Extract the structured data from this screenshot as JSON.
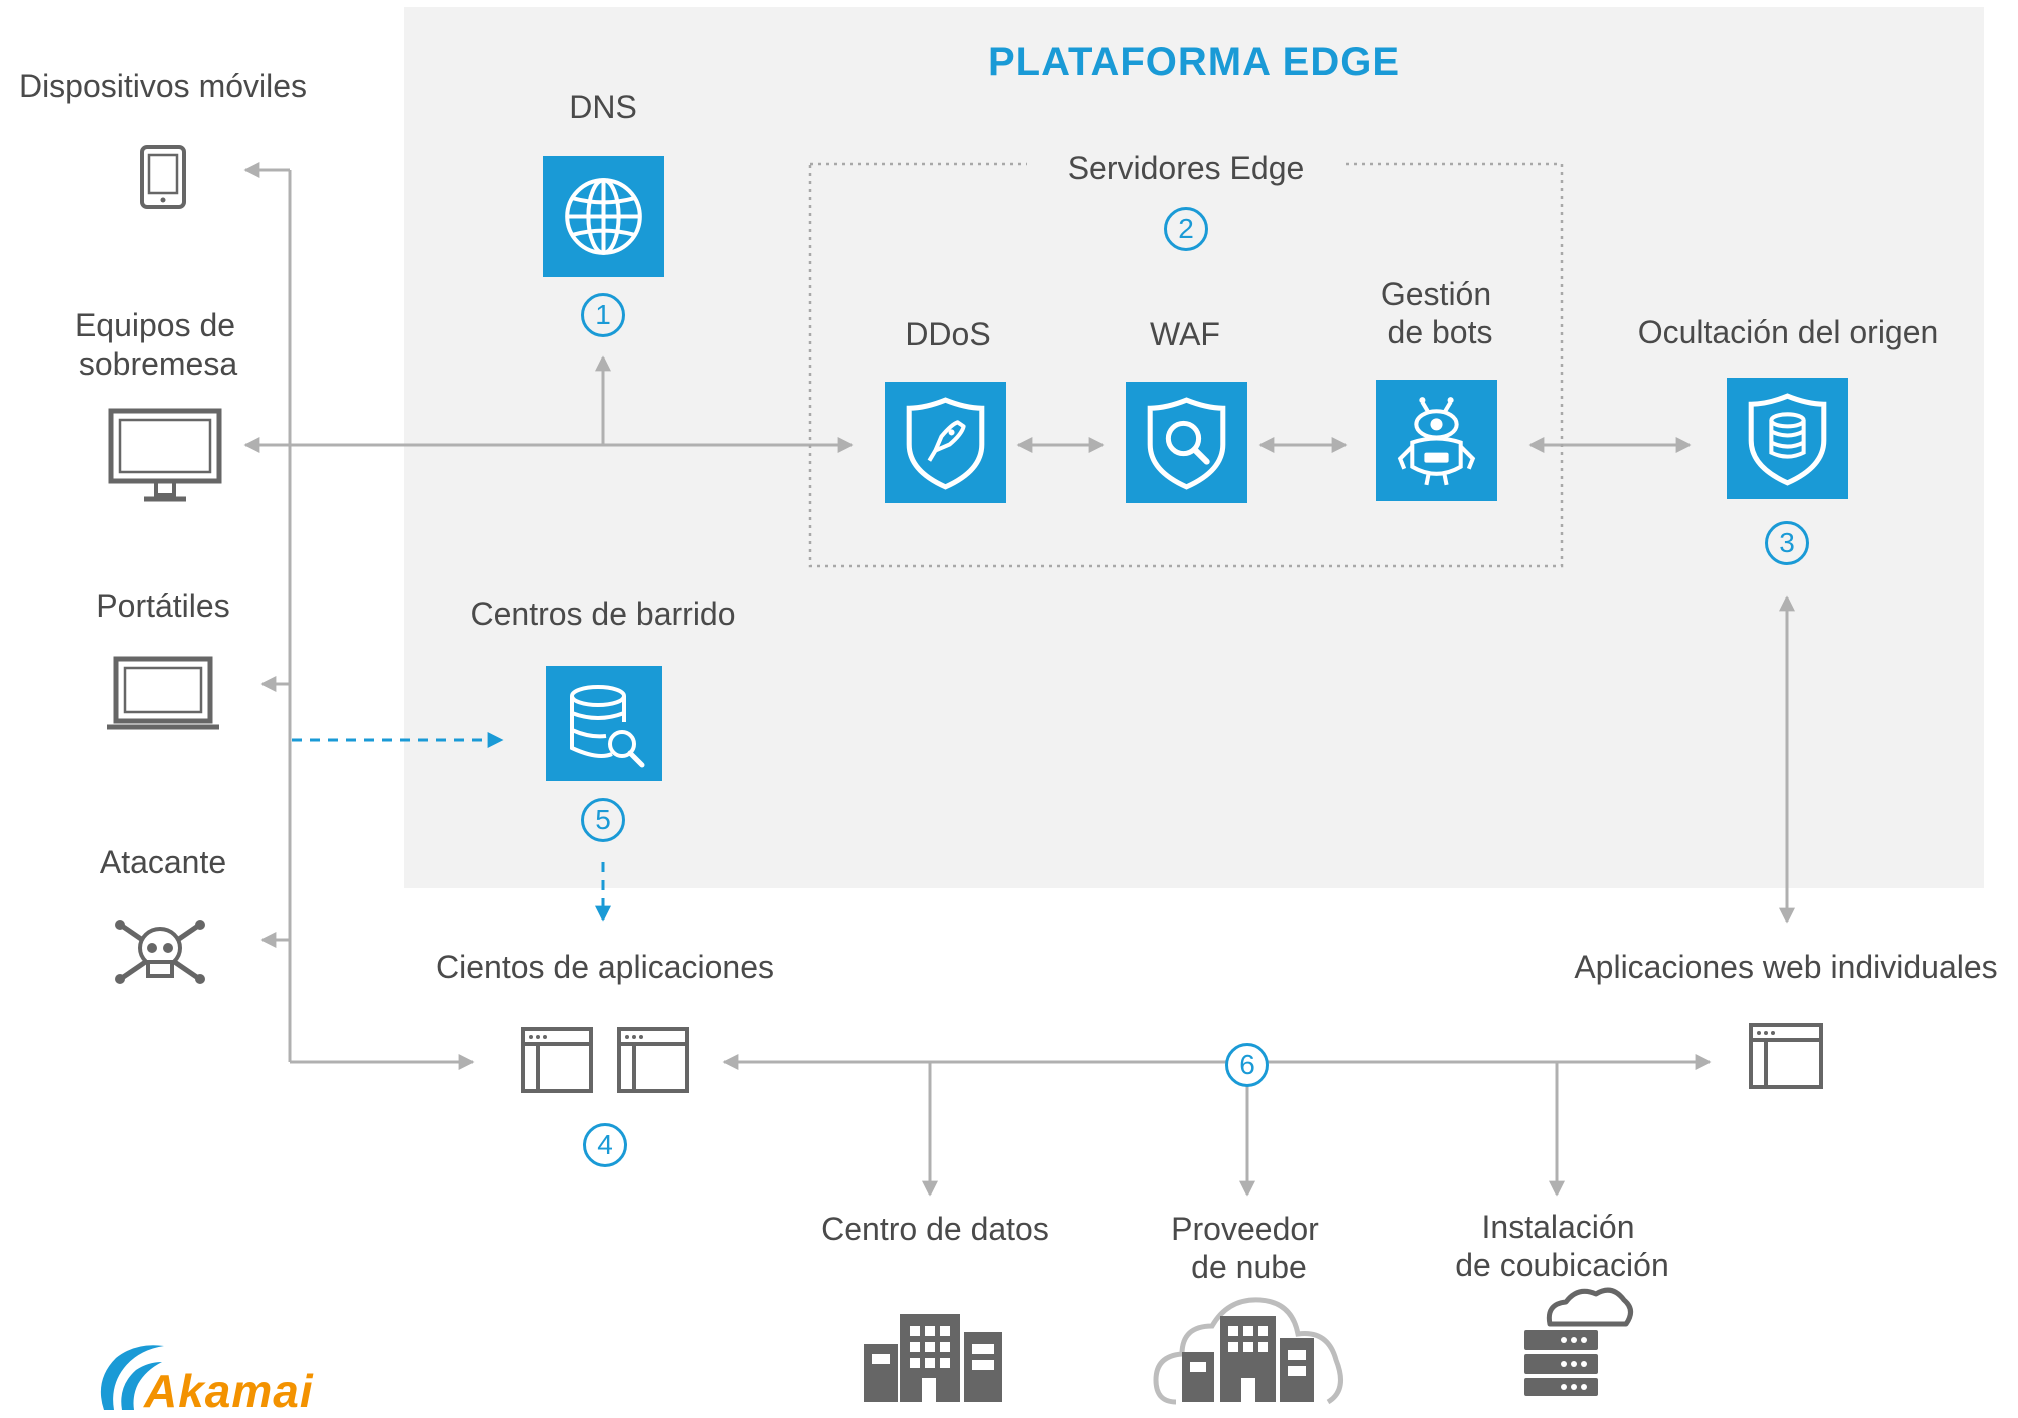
{
  "diagram": {
    "title": "PLATAFORMA EDGE",
    "devices": {
      "mobile": "Dispositivos móviles",
      "desktop_line1": "Equipos de",
      "desktop_line2": "sobremesa",
      "laptop": "Portátiles",
      "attacker": "Atacante"
    },
    "dns": {
      "label": "DNS",
      "number": "1"
    },
    "edge_servers": {
      "label": "Servidores Edge",
      "number": "2"
    },
    "ddos": {
      "label": "DDoS"
    },
    "waf": {
      "label": "WAF"
    },
    "bots": {
      "line1": "Gestión",
      "line2": "de bots"
    },
    "origin": {
      "label": "Ocultación del origen",
      "number": "3"
    },
    "scrubbing": {
      "label": "Centros de barrido",
      "number": "5"
    },
    "apps": {
      "label": "Cientos de aplicaciones",
      "number": "4"
    },
    "webapps": {
      "label": "Aplicaciones web individuales"
    },
    "hub": {
      "number": "6"
    },
    "datacenter": {
      "label": "Centro de datos"
    },
    "cloud": {
      "line1": "Proveedor",
      "line2": "de nube"
    },
    "colo": {
      "line1": "Instalación",
      "line2": "de coubicación"
    },
    "logo": {
      "text": "Akamai"
    }
  },
  "colors": {
    "accent": "#1a9ad6",
    "edge_background": "#f2f2f2",
    "line_gray": "#b0b0b0",
    "icon_gray": "#666666",
    "logo_orange": "#f39200"
  },
  "icons": {
    "mobile": "smartphone-icon",
    "desktop": "monitor-icon",
    "laptop": "laptop-icon",
    "attacker": "skull-crossbones-icon",
    "dns": "globe-icon",
    "ddos": "shield-rocket-icon",
    "waf": "shield-search-icon",
    "bots": "robot-icon",
    "origin": "shield-database-icon",
    "scrubbing": "database-search-icon",
    "apps": "browser-window-icon",
    "datacenter": "buildings-icon",
    "cloud": "cloud-buildings-icon",
    "colo": "server-cloud-icon"
  }
}
